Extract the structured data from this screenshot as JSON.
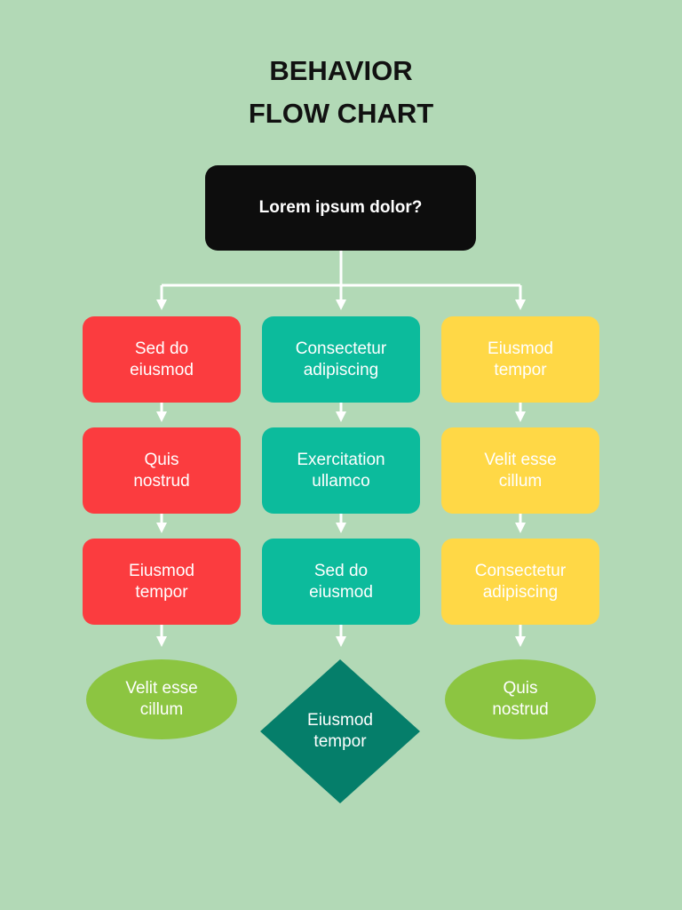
{
  "title": {
    "line1": "BEHAVIOR",
    "line2": "FLOW CHART"
  },
  "root": {
    "label": "Lorem ipsum dolor?",
    "color": "#0d0d0d"
  },
  "columns": [
    {
      "color": "#fb3c3f",
      "end_color": "#8cc541",
      "nodes": [
        "Sed do\neiusmod",
        "Quis\nnostrud",
        "Eiusmod\ntempor"
      ],
      "end": {
        "shape": "ellipse",
        "label": "Velit esse\ncillum"
      }
    },
    {
      "color": "#0cbb9c",
      "end_color": "#057e6a",
      "nodes": [
        "Consectetur\nadipiscing",
        "Exercitation\nullamco",
        "Sed do\neiusmod"
      ],
      "end": {
        "shape": "diamond",
        "label": "Eiusmod\ntempor"
      }
    },
    {
      "color": "#ffd846",
      "end_color": "#8cc541",
      "nodes": [
        "Eiusmod\ntempor",
        "Velit esse\ncillum",
        "Consectetur\nadipiscing"
      ],
      "end": {
        "shape": "ellipse",
        "label": "Quis\nnostrud"
      }
    }
  ],
  "connector_color": "#ffffff",
  "background": "#b2d9b6"
}
